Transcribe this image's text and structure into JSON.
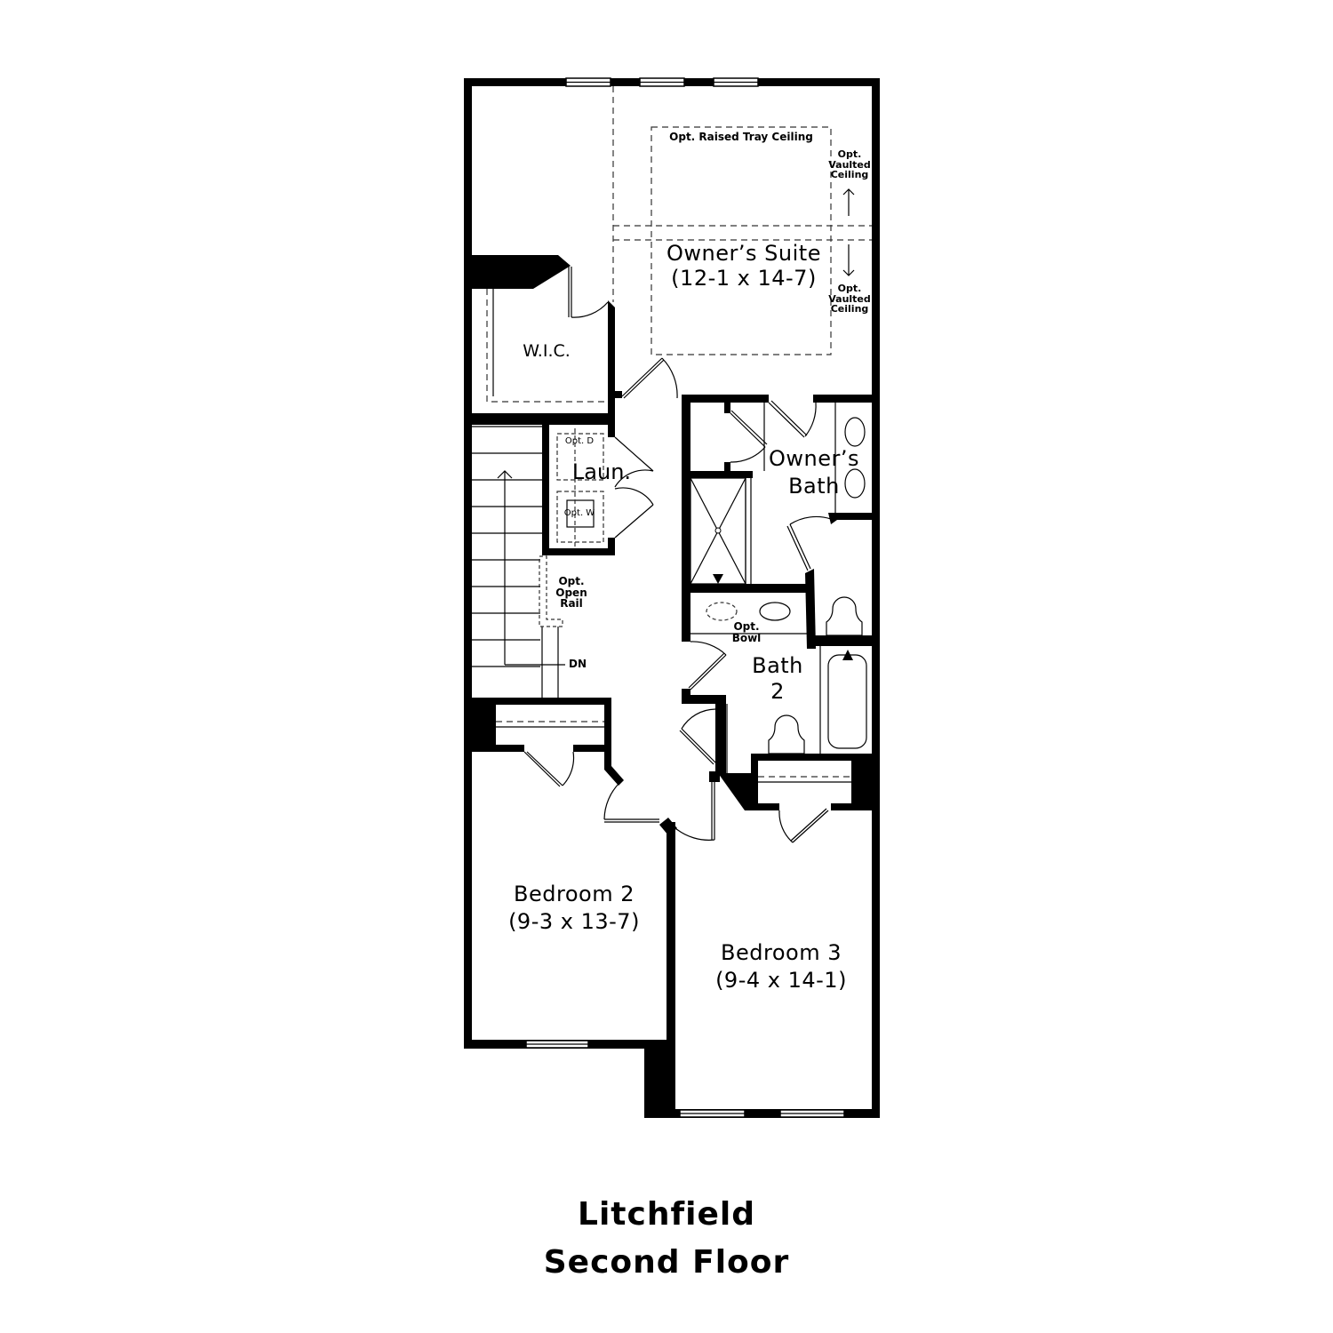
{
  "plan": {
    "name": "Litchfield",
    "floor": "Second Floor"
  },
  "rooms": {
    "owners_suite": {
      "name": "Owner’s Suite",
      "size": "(12-1 x 14-7)"
    },
    "wic": {
      "name": "W.I.C."
    },
    "laundry": {
      "name": "Laun.",
      "opt_dryer": "Opt. D",
      "opt_washer": "Opt. W"
    },
    "owners_bath": {
      "name_line1": "Owner’s",
      "name_line2": "Bath"
    },
    "bath2": {
      "name_line1": "Bath",
      "name_line2": "2",
      "opt_bowl_line1": "Opt.",
      "opt_bowl_line2": "Bowl"
    },
    "bedroom2": {
      "name": "Bedroom 2",
      "size": "(9-3 x 13-7)"
    },
    "bedroom3": {
      "name": "Bedroom 3",
      "size": "(9-4 x 14-1)"
    }
  },
  "annotations": {
    "tray_ceiling": "Opt. Raised Tray Ceiling",
    "vaulted_top": [
      "Opt.",
      "Vaulted",
      "Ceiling"
    ],
    "vaulted_bottom": [
      "Opt.",
      "Vaulted",
      "Ceiling"
    ],
    "open_rail": [
      "Opt.",
      "Open",
      "Rail"
    ],
    "stairs_down": "DN"
  }
}
